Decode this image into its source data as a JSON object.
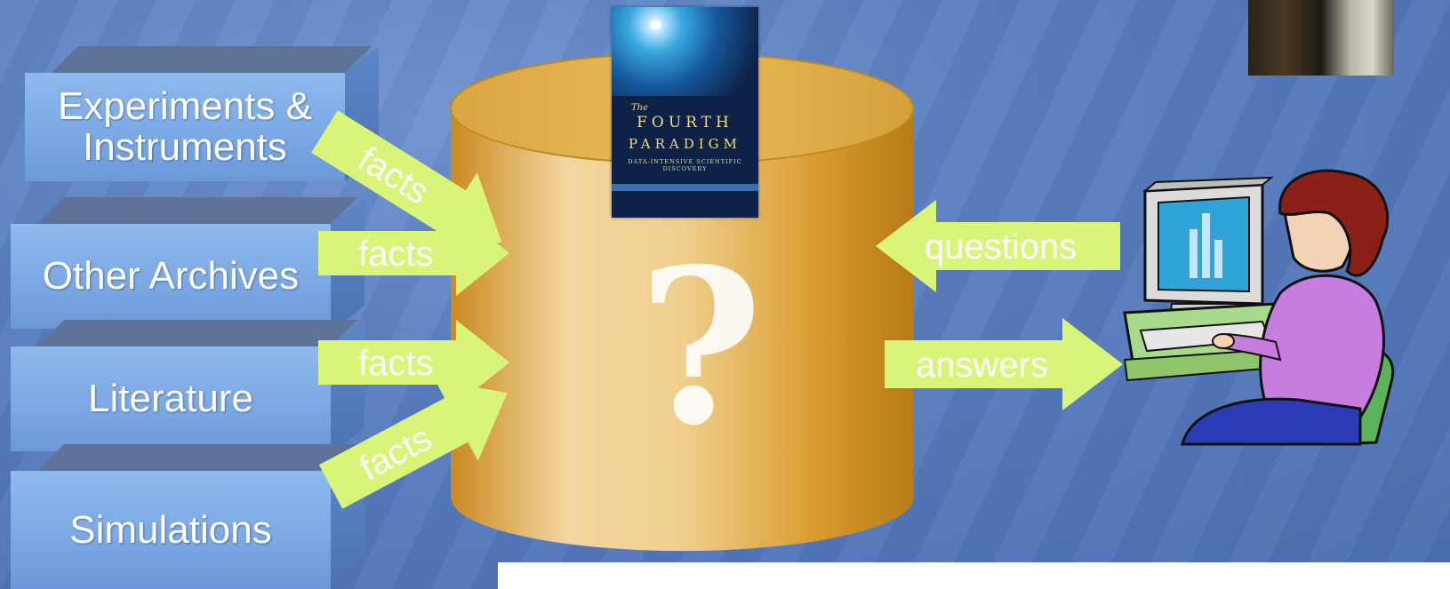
{
  "sources": [
    {
      "label": "Experiments &\nInstruments"
    },
    {
      "label": "Other Archives"
    },
    {
      "label": "Literature"
    },
    {
      "label": "Simulations"
    }
  ],
  "arrows": {
    "facts_1": "facts",
    "facts_2": "facts",
    "facts_3": "facts",
    "facts_4": "facts",
    "questions": "questions",
    "answers": "answers"
  },
  "center": {
    "symbol": "?"
  },
  "book": {
    "small_title": "The",
    "title_line1": "FOURTH",
    "title_line2": "PARADIGM",
    "subtitle": "DATA-INTENSIVE SCIENTIFIC DISCOVERY"
  },
  "icons": {
    "database": "database-cylinder-icon",
    "user": "user-at-computer-icon",
    "book": "book-cover-image",
    "photo": "speaker-video-thumbnail"
  },
  "colors": {
    "background": "#5a7fc0",
    "arrow": "#d8f57a",
    "cylinder": "#e6b14a",
    "box": "#7aa8e4"
  }
}
